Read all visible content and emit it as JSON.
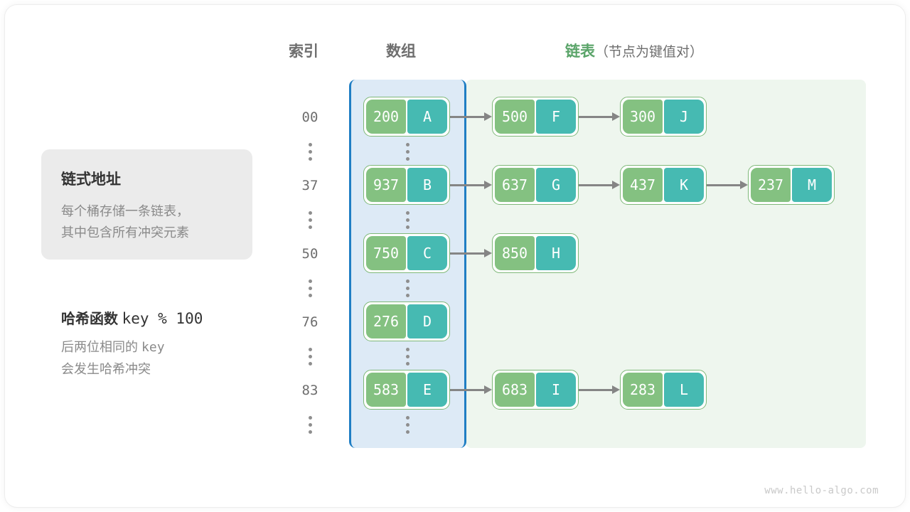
{
  "headers": {
    "index": "索引",
    "array": "数组",
    "list": "链表",
    "list_sub": "（节点为键值对）"
  },
  "callout": {
    "title": "链式地址",
    "line1": "每个桶存储一条链表，",
    "line2": "其中包含所有冲突元素"
  },
  "note": {
    "title_cn": "哈希函数",
    "title_expr": "key % 100",
    "line1_cn": "后两位相同的",
    "line1_mono": "key",
    "line2": "会发生哈希冲突"
  },
  "colors": {
    "key_green": "#84c181",
    "value_teal": "#46bab2",
    "node_border": "#7eb878",
    "array_panel_bg": "#ddeaf6",
    "array_panel_border": "#1f7ec4",
    "list_panel_bg": "#eef6ee",
    "arrow": "#858585",
    "header_text": "#6e6e6e",
    "header_list": "#5aa469",
    "callout_bg": "#ebebeb"
  },
  "ellipsis_symbol": "⋮",
  "buckets": [
    {
      "index": "00",
      "nodes": [
        {
          "key": "200",
          "value": "A"
        },
        {
          "key": "500",
          "value": "F"
        },
        {
          "key": "300",
          "value": "J"
        }
      ]
    },
    {
      "index": "37",
      "nodes": [
        {
          "key": "937",
          "value": "B"
        },
        {
          "key": "637",
          "value": "G"
        },
        {
          "key": "437",
          "value": "K"
        },
        {
          "key": "237",
          "value": "M"
        }
      ]
    },
    {
      "index": "50",
      "nodes": [
        {
          "key": "750",
          "value": "C"
        },
        {
          "key": "850",
          "value": "H"
        }
      ]
    },
    {
      "index": "76",
      "nodes": [
        {
          "key": "276",
          "value": "D"
        }
      ]
    },
    {
      "index": "83",
      "nodes": [
        {
          "key": "583",
          "value": "E"
        },
        {
          "key": "683",
          "value": "I"
        },
        {
          "key": "283",
          "value": "L"
        }
      ]
    }
  ],
  "watermark": "www.hello-algo.com"
}
